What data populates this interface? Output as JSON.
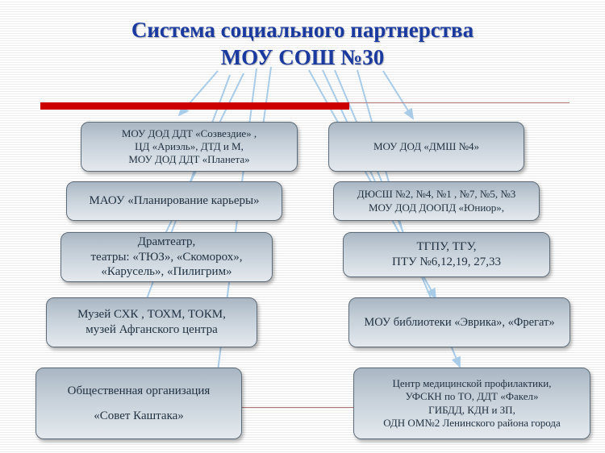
{
  "title": {
    "line1": "Система социального партнерства",
    "line2": "МОУ СОШ №30",
    "color": "#1a3aa0"
  },
  "colors": {
    "red_bar": "#cc0000",
    "arrow": "#a8cbe8",
    "box_border": "#5d6b78",
    "box_text": "#1f3040"
  },
  "left_boxes": [
    {
      "lines": [
        "МОУ ДОД ДДТ «Созвездие» ,",
        "ЦД «Ариэль», ДТД и М,",
        "МОУ ДОД ДДТ   «Планета»"
      ]
    },
    {
      "lines": [
        "МАОУ «Планирование карьеры»"
      ]
    },
    {
      "lines": [
        "Драмтеатр,",
        "театры: «ТЮЗ», «Скоморох»,",
        "«Карусель», «Пилигрим»"
      ]
    },
    {
      "lines": [
        "Музей СХК , ТОХМ, ТОКМ,",
        "музей Афганского центра"
      ]
    },
    {
      "lines": [
        "Общественная организация",
        "«Совет Каштака»"
      ]
    }
  ],
  "right_boxes": [
    {
      "lines": [
        "МОУ ДОД «ДМШ №4»"
      ]
    },
    {
      "lines": [
        "ДЮСШ №2, №4, №1 , №7, №5, №3",
        "МОУ ДОД  ДООПД «Юниор»,"
      ]
    },
    {
      "lines": [
        "ТГПУ, ТГУ,",
        "ПТУ №6,12,19, 27,33"
      ]
    },
    {
      "lines": [
        "МОУ библиотеки «Эврика», «Фрегат»"
      ]
    },
    {
      "lines": [
        "Центр медицинской профилактики,",
        "УФСКН  по ТО,  ДДТ «Факел»",
        "ГИБДД,  КДН и ЗП,",
        "ОДН ОМ№2   Ленинского района города"
      ]
    }
  ]
}
